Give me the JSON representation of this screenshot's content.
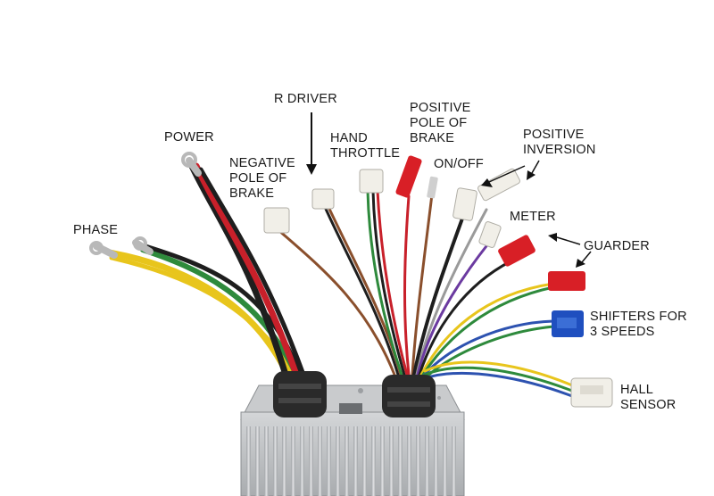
{
  "labels": {
    "phase": "PHASE",
    "power": "POWER",
    "r_driver": "R DRIVER",
    "negative_brake": [
      "NEGATIVE",
      "POLE OF",
      "BRAKE"
    ],
    "hand_throttle": [
      "HAND",
      "THROTTLE"
    ],
    "positive_brake": [
      "POSITIVE",
      "POLE OF",
      "BRAKE"
    ],
    "on_off": "ON/OFF",
    "positive_inversion": [
      "POSITIVE",
      "INVERSION"
    ],
    "meter": "METER",
    "guarder": "GUARDER",
    "shifters": [
      "SHIFTERS FOR",
      "3 SPEEDS"
    ],
    "hall_sensor": [
      "HALL",
      "SENSOR"
    ]
  },
  "colors": {
    "background": "#ffffff",
    "label_text": "#1a1a1a",
    "housing": "#b9bcbf",
    "grommet": "#2a2a2a",
    "connector_white": "#f1efe8",
    "connector_red": "#d81f26",
    "connector_blue": "#1f4fbf",
    "wire_red": "#c8202a",
    "wire_black": "#1e1e1e",
    "wire_yellow": "#e8c51c",
    "wire_green": "#2e8a3c",
    "wire_blue": "#2d52b0",
    "wire_brown": "#8a4f2c",
    "wire_purple": "#6b3aa0",
    "wire_gray": "#9a9a9a"
  }
}
